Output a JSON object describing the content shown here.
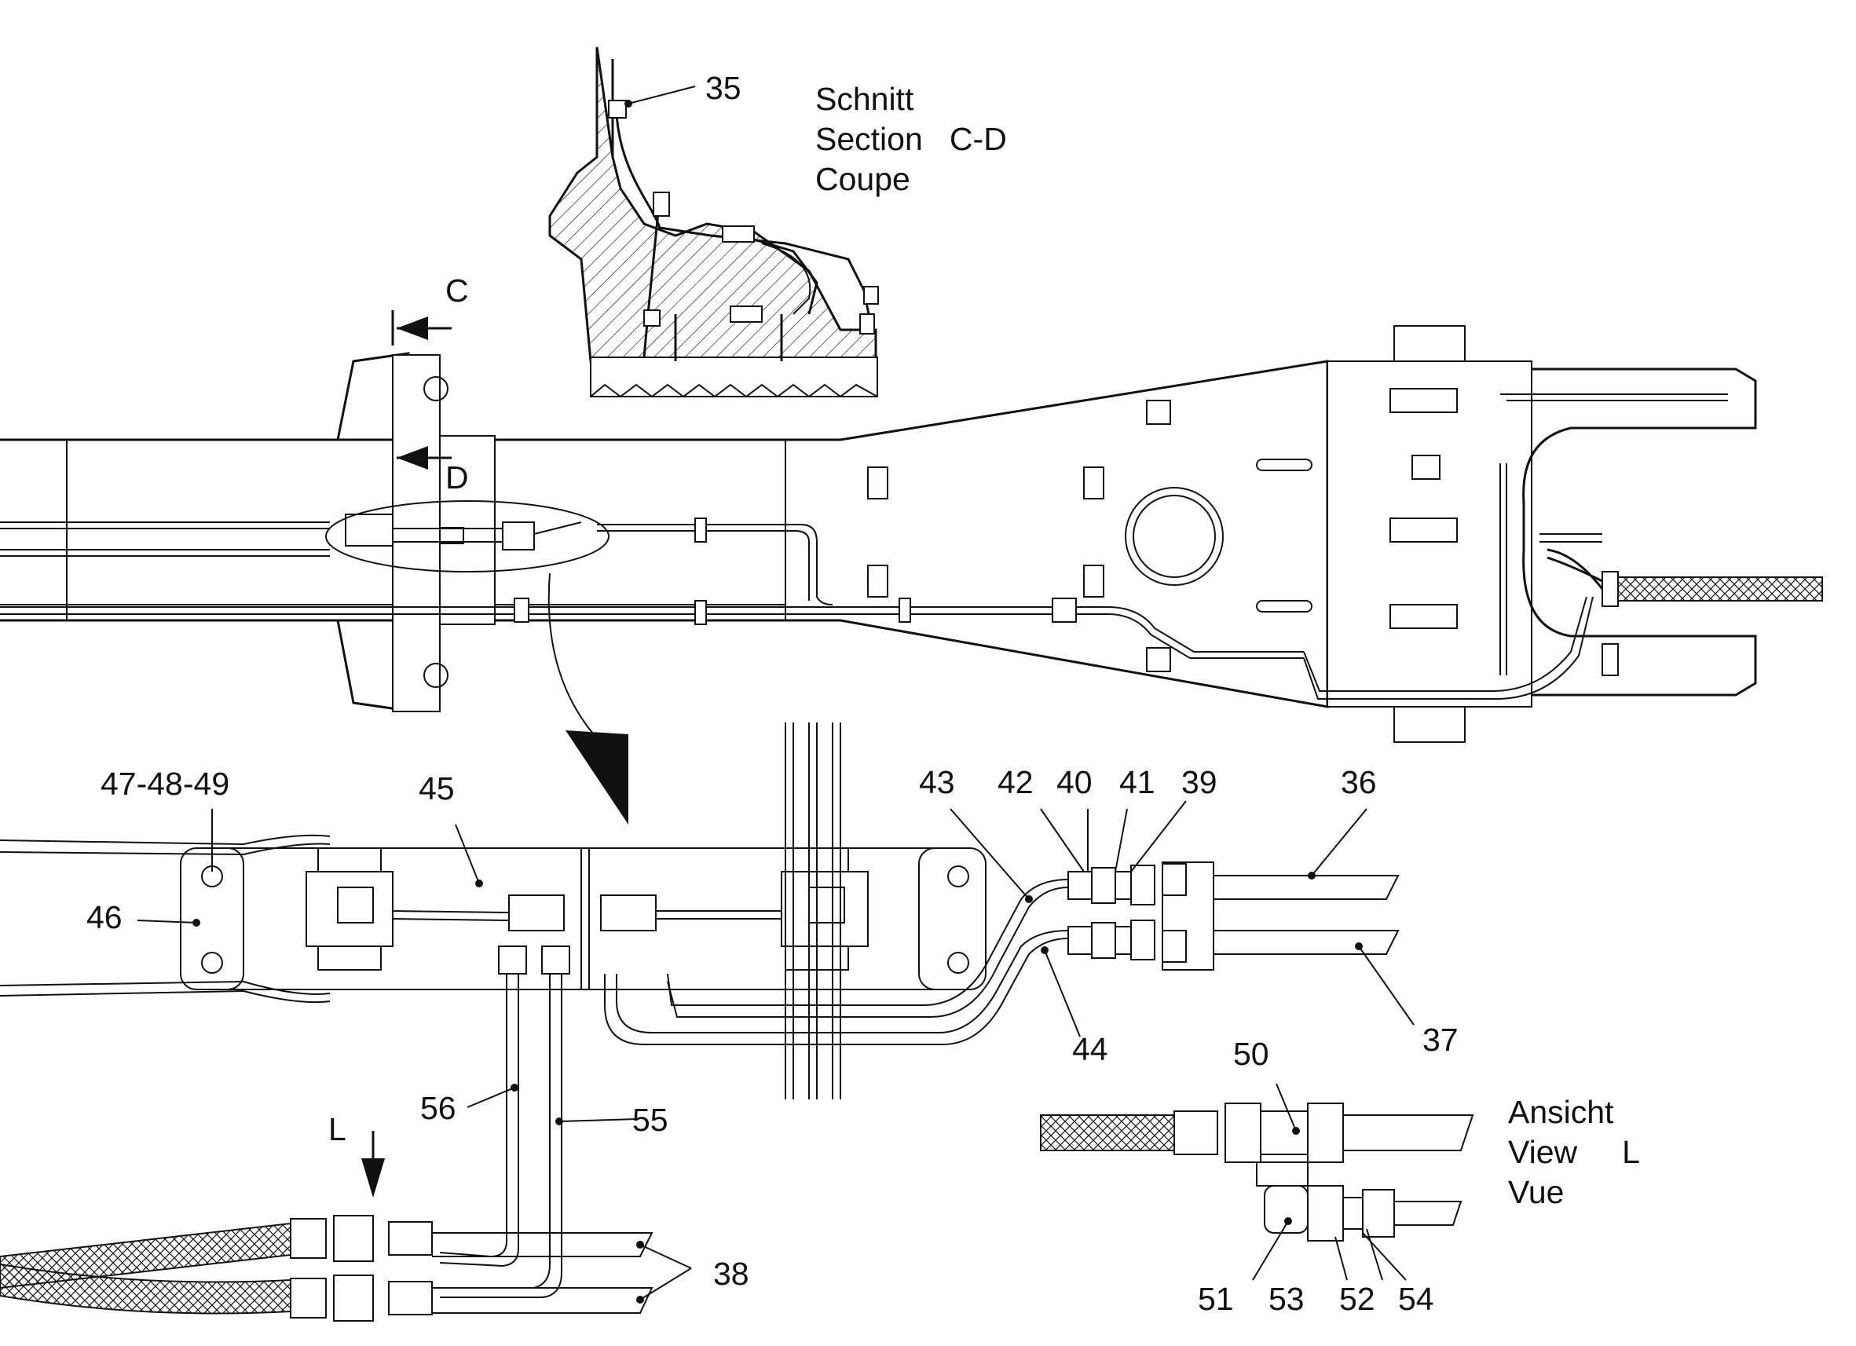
{
  "section_view": {
    "caption_lines": [
      "Schnitt",
      "Section   C-D",
      "Coupe"
    ],
    "cut_labels": [
      "C",
      "D"
    ]
  },
  "view_l": {
    "caption_lines": [
      "Ansicht",
      "View     L",
      "Vue"
    ],
    "marker": "L"
  },
  "callouts": {
    "c35": "35",
    "c36": "36",
    "c37": "37",
    "c38": "38",
    "c39": "39",
    "c40": "40",
    "c41": "41",
    "c42": "42",
    "c43": "43",
    "c44": "44",
    "c45": "45",
    "c46": "46",
    "c47_48_49": "47-48-49",
    "c50": "50",
    "c51": "51",
    "c52": "52",
    "c53": "53",
    "c54": "54",
    "c55": "55",
    "c56": "56"
  }
}
